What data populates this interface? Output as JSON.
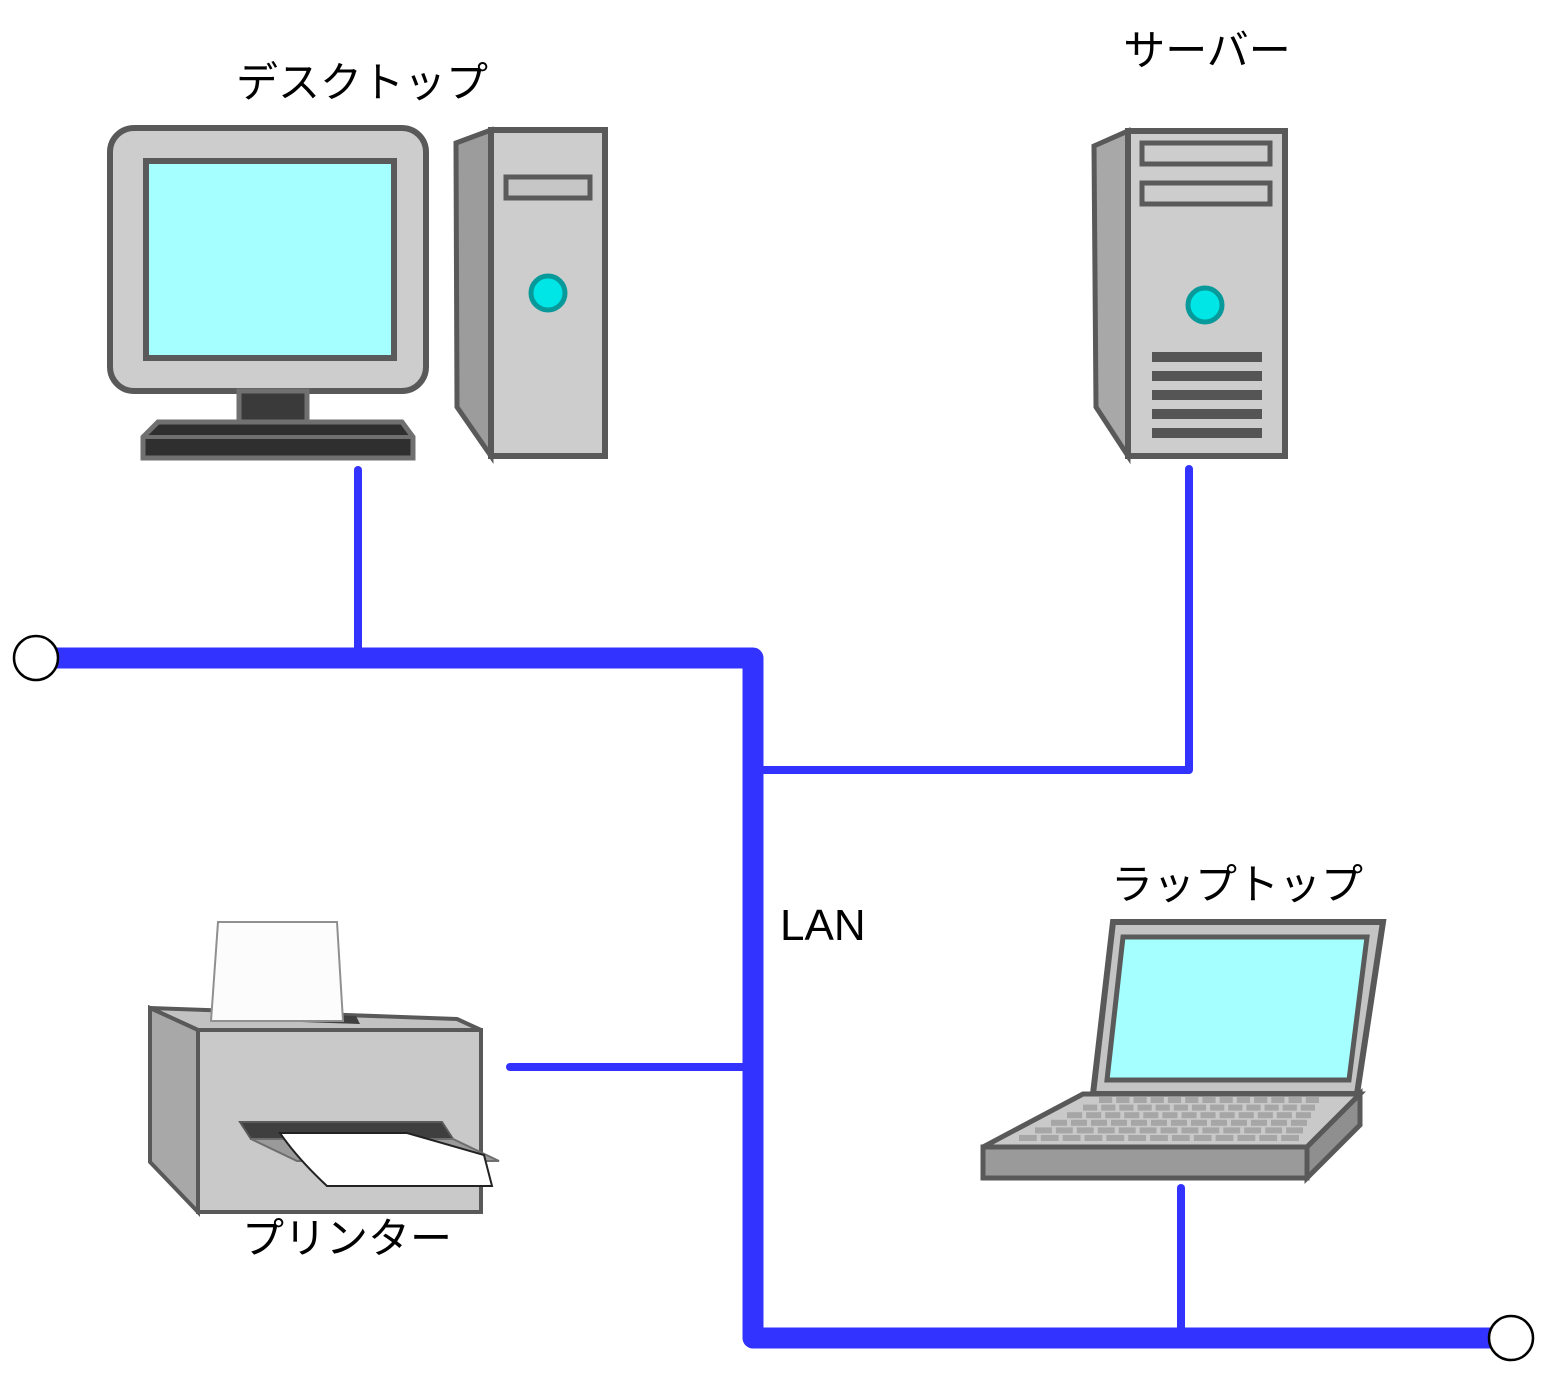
{
  "diagram": {
    "type": "network-diagram",
    "bus": {
      "label": "LAN"
    },
    "nodes": [
      {
        "id": "desktop",
        "label": "デスクトップ",
        "device": "desktop-computer"
      },
      {
        "id": "server",
        "label": "サーバー",
        "device": "server-tower"
      },
      {
        "id": "printer",
        "label": "プリンター",
        "device": "printer"
      },
      {
        "id": "laptop",
        "label": "ラップトップ",
        "device": "laptop"
      }
    ],
    "connections": [
      {
        "from": "デスクトップ",
        "to": "LAN"
      },
      {
        "from": "サーバー",
        "to": "LAN"
      },
      {
        "from": "プリンター",
        "to": "LAN"
      },
      {
        "from": "ラップトップ",
        "to": "LAN"
      }
    ],
    "colors": {
      "cable": "#3333FF",
      "screen": "#A6FFFF",
      "power_button": "#00E5E5",
      "device_body": "#CDCDCD",
      "outline": "#595959"
    }
  }
}
